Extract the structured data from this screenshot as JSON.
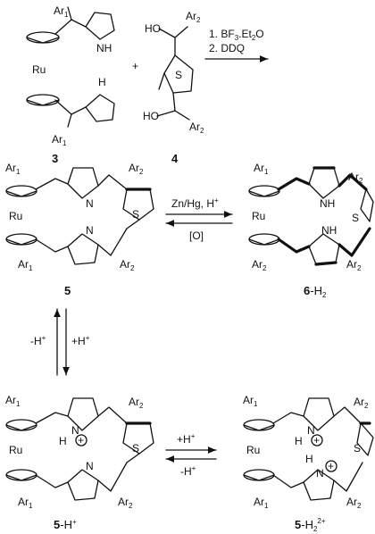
{
  "reagents": {
    "step1": "1. BF",
    "step1_sub": "3",
    "step1_tail": ".Et",
    "step1_sub2": "2",
    "step1_end": "O",
    "step2": "2. DDQ"
  },
  "labels": {
    "ar1": "Ar",
    "ar1_sub": "1",
    "ar2": "Ar",
    "ar2_sub": "2",
    "ru": "Ru",
    "nh": "NH",
    "n": "N",
    "h": "H",
    "s": "S",
    "ho": "HO",
    "plus": "+"
  },
  "compounds": {
    "c3": "3",
    "c4": "4",
    "c5": "5",
    "c6": "6",
    "c6_suffix": "-H",
    "c6_sub": "2",
    "c5h": "5",
    "c5h_suffix": "-H",
    "c5h_sup": "+",
    "c5h2": "5",
    "c5h2_suffix": "-H",
    "c5h2_sub": "2",
    "c5h2_sup": "2+"
  },
  "conditions": {
    "reduce": "Zn/Hg, H",
    "reduce_sup": "+",
    "oxidize": "[O]",
    "minus_h": "-H",
    "minus_h_sup": "+",
    "plus_h": "+H",
    "plus_h_sup": "+"
  }
}
